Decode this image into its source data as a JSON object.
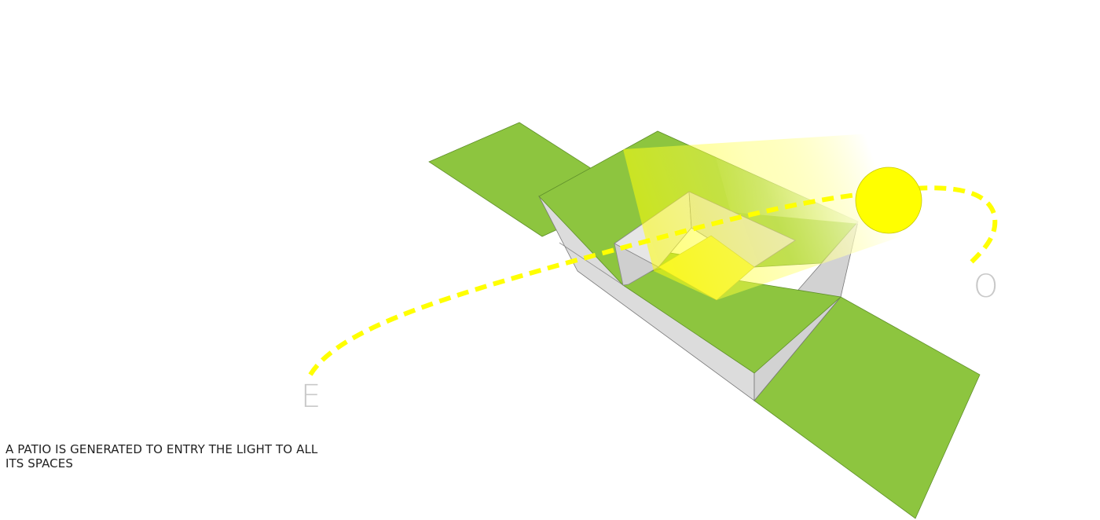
{
  "diagram": {
    "caption": "A PATIO IS GENERATED TO ENTRY THE LIGHT TO ALL ITS SPACES",
    "labels": {
      "east": "E",
      "west": "O"
    },
    "colors": {
      "roof_green": "#8dc53f",
      "wall_grey": "#dcdcdc",
      "sun_yellow": "#ffff00",
      "sun_path": "#ffff00",
      "label_grey": "#c9c9c9",
      "caption_text": "#222222"
    }
  }
}
